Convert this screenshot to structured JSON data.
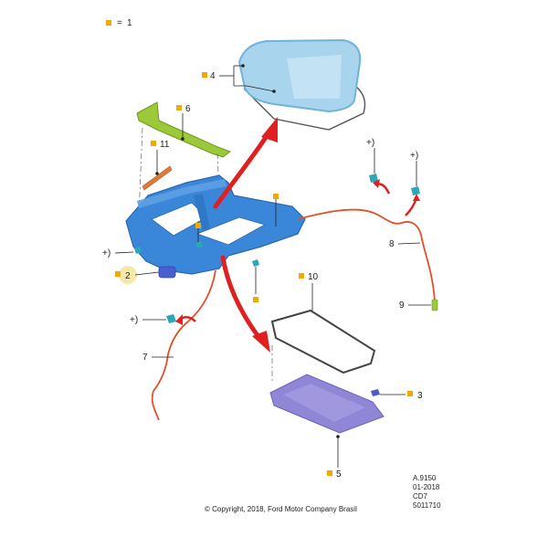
{
  "legend": {
    "equals": "=",
    "value": "1"
  },
  "callouts": {
    "c2": "2",
    "c3": "3",
    "c4": "4",
    "c5": "5",
    "c6": "6",
    "c7": "7",
    "c8": "8",
    "c9": "9",
    "c10": "10",
    "c11": "11"
  },
  "plus_marks": {
    "p1": "+)",
    "p2": "+)",
    "p3": "+)",
    "p4": "+)"
  },
  "ref": {
    "line1": "A.9150",
    "line2": "01-2018",
    "line3": "CD7",
    "line4": "5011710"
  },
  "copyright": "© Copyright, 2018, Ford Motor Company Brasil",
  "colors": {
    "marker": "#f5a800",
    "frame": "#3a86d8",
    "glass": "#a8d4ee",
    "shade": "#8f86d6",
    "bracket": "#9cc93a",
    "drain_hose": "#e0502a",
    "arrow": "#e02020",
    "clip": "#2aa8b8",
    "seal_strip": "#e07a3a",
    "highlight": "#f5e6a0"
  }
}
